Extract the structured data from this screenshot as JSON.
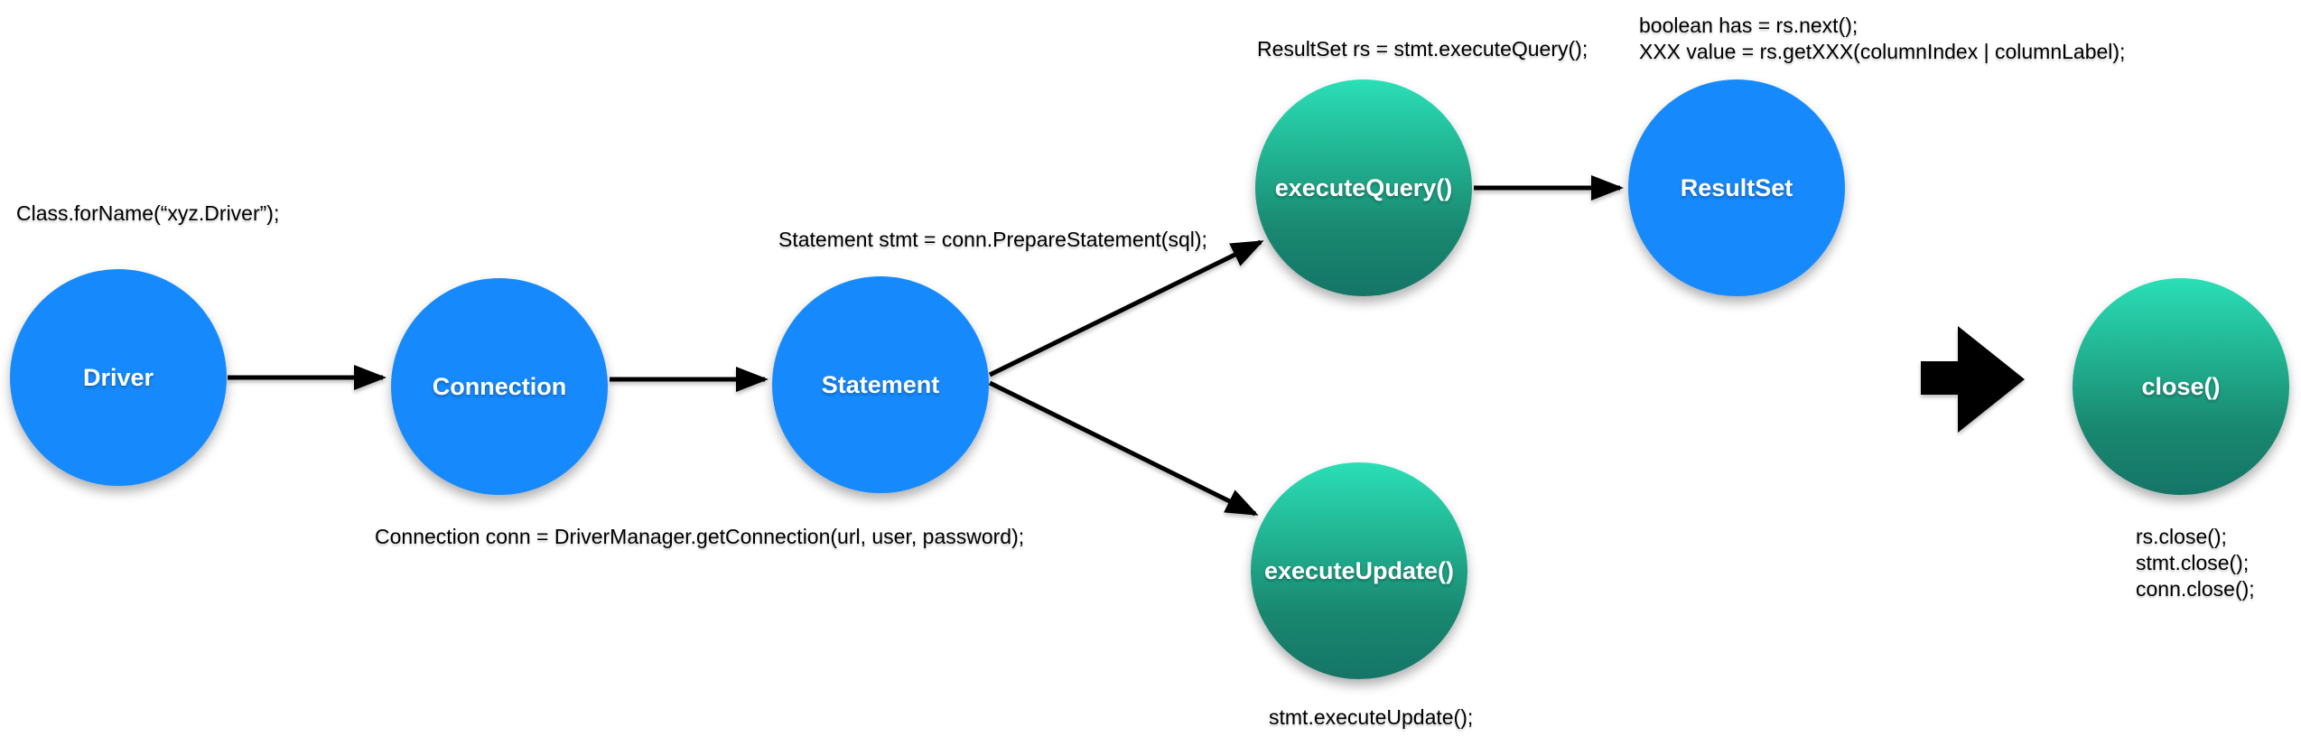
{
  "diagram": {
    "nodes": {
      "driver": {
        "label": "Driver",
        "color": "#168afd"
      },
      "connection": {
        "label": "Connection",
        "color": "#168afd"
      },
      "statement": {
        "label": "Statement",
        "color": "#168afd"
      },
      "executequery": {
        "label": "executeQuery()",
        "color": "teal-gradient"
      },
      "resultset": {
        "label": "ResultSet",
        "color": "#168afd"
      },
      "executeupdate": {
        "label": "executeUpdate()",
        "color": "teal-gradient"
      },
      "close": {
        "label": "close()",
        "color": "teal-gradient"
      }
    },
    "annotations": {
      "driver_code": "Class.forName(“xyz.Driver”);",
      "connection_code": "Connection conn = DriverManager.getConnection(url, user, password);",
      "statement_code": "Statement stmt = conn.PrepareStatement(sql);",
      "execute_query_code": "ResultSet rs = stmt.executeQuery();",
      "resultset_code_line1": "boolean has = rs.next();",
      "resultset_code_line2": "XXX value = rs.getXXX(columnIndex | columnLabel);",
      "execute_update_code": "stmt.executeUpdate();",
      "close_code_line1": "rs.close();",
      "close_code_line2": "stmt.close();",
      "close_code_line3": "conn.close();"
    },
    "colors": {
      "node_blue": "#168afd",
      "node_teal_top": "#2adfb6",
      "node_teal_bottom": "#157568",
      "arrow": "#000000",
      "text": "#000000",
      "background": "#ffffff"
    }
  }
}
